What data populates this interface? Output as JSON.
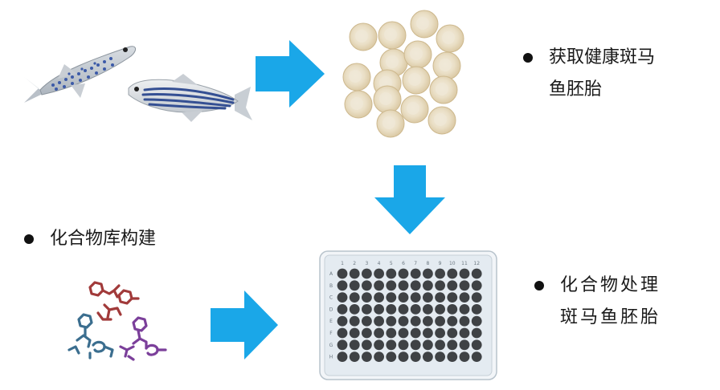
{
  "labels": {
    "embryos": [
      "获取健康斑马",
      "鱼胚胎"
    ],
    "library": [
      "化合物库构建"
    ],
    "treatment": [
      "化合物处理",
      "斑马鱼胚胎"
    ]
  },
  "plate": {
    "columns": [
      "1",
      "2",
      "3",
      "4",
      "5",
      "6",
      "7",
      "8",
      "9",
      "10",
      "11",
      "12"
    ],
    "rows": [
      "A",
      "B",
      "C",
      "D",
      "E",
      "F",
      "G",
      "H"
    ]
  },
  "colors": {
    "arrow": "#1aa7e8",
    "well": "#3f4245",
    "plate": "#dde5ec",
    "egg": "#e8dcc2",
    "molecule_red": "#a13a3a",
    "molecule_blue": "#3b6e8f",
    "molecule_purple": "#7b3f9a"
  }
}
